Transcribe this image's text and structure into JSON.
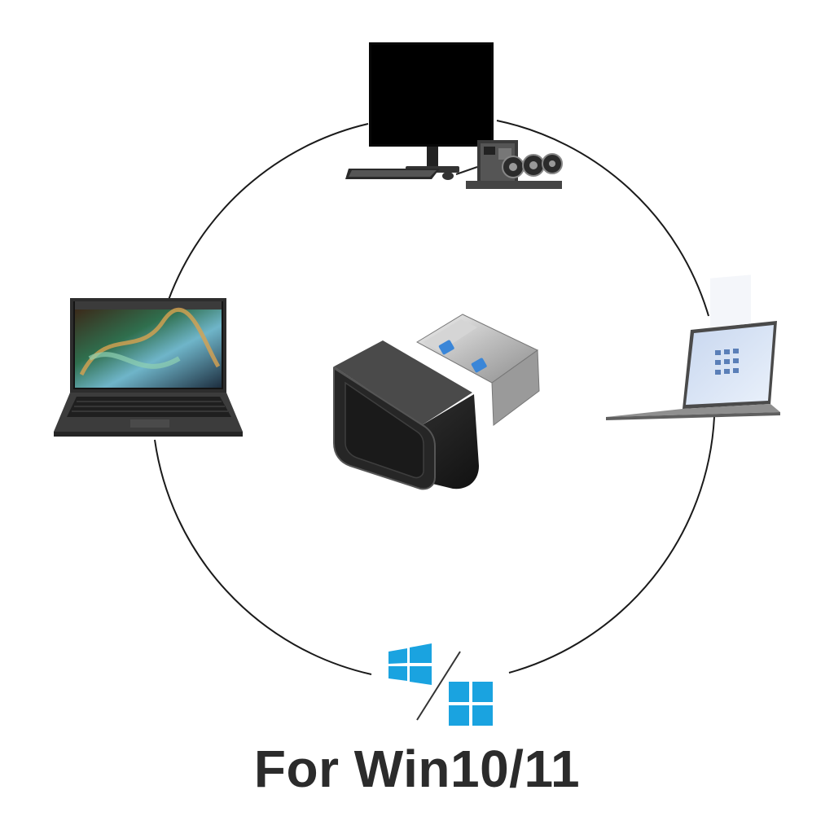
{
  "caption": "For Win10/11",
  "colors": {
    "windows_logo": "#1aa3e0",
    "sensor_body": "#2a2a2a",
    "usb_plug_tab": "#3a86d8",
    "ring": "#1a1a1a"
  },
  "devices": [
    {
      "name": "desktop-pc",
      "icon": "desktop-monitor-tower-icon"
    },
    {
      "name": "laptop",
      "icon": "laptop-icon"
    },
    {
      "name": "surface-laptop",
      "icon": "surface-laptop-icon"
    }
  ],
  "center_product": {
    "icon": "usb-fingerprint-reader-icon"
  },
  "os_logos": [
    "windows-10-logo",
    "windows-11-logo"
  ]
}
